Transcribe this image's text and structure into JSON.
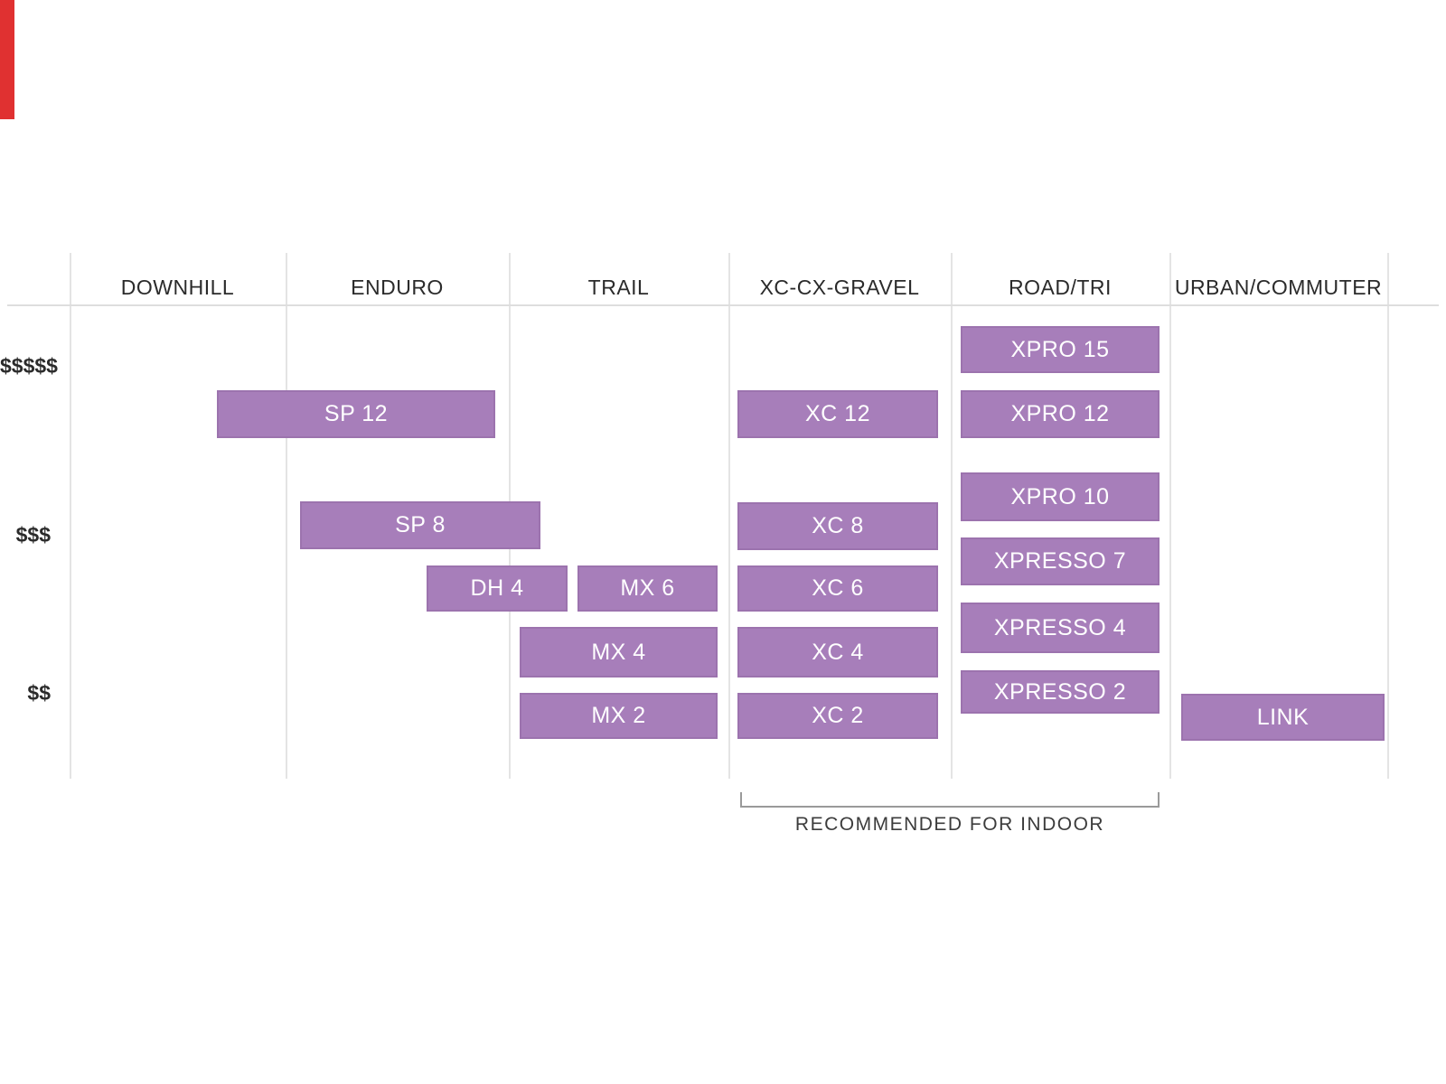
{
  "colors": {
    "accent_purple": "#a77eba",
    "box_border": "#9c73ae",
    "box_text": "#ffffff",
    "grid_line": "#e4e4e4",
    "bracket_line": "#9a9a9a",
    "header_text": "#2b2b2b",
    "red_marker": "#e03131"
  },
  "chart_data": {
    "type": "matrix",
    "title": "",
    "x_categories": [
      "DOWNHILL",
      "ENDURO",
      "TRAIL",
      "XC-CX-GRAVEL",
      "ROAD/TRI",
      "URBAN/COMMUTER"
    ],
    "y_axis": {
      "label_type": "price",
      "tiers": [
        "$$$$$",
        "$$$",
        "$$"
      ],
      "direction": "most expensive at top"
    },
    "products": [
      {
        "label": "SP 12",
        "categories": [
          "DOWNHILL",
          "ENDURO"
        ],
        "price_rank": 2,
        "nearest_tier": "$$$$$"
      },
      {
        "label": "XC 12",
        "categories": [
          "XC-CX-GRAVEL"
        ],
        "price_rank": 2,
        "nearest_tier": "$$$$$"
      },
      {
        "label": "XPRO 15",
        "categories": [
          "ROAD/TRI"
        ],
        "price_rank": 1,
        "nearest_tier": "$$$$$"
      },
      {
        "label": "XPRO 12",
        "categories": [
          "ROAD/TRI"
        ],
        "price_rank": 2,
        "nearest_tier": "$$$$$"
      },
      {
        "label": "SP 8",
        "categories": [
          "ENDURO",
          "TRAIL"
        ],
        "price_rank": 4,
        "nearest_tier": "$$$"
      },
      {
        "label": "XPRO 10",
        "categories": [
          "ROAD/TRI"
        ],
        "price_rank": 3,
        "nearest_tier": "$$$"
      },
      {
        "label": "XC 8",
        "categories": [
          "XC-CX-GRAVEL"
        ],
        "price_rank": 4,
        "nearest_tier": "$$$"
      },
      {
        "label": "XPRESSO 7",
        "categories": [
          "ROAD/TRI"
        ],
        "price_rank": 5,
        "nearest_tier": "$$$"
      },
      {
        "label": "DH 4",
        "categories": [
          "ENDURO",
          "TRAIL"
        ],
        "price_rank": 6,
        "nearest_tier": "between $$$ and $$"
      },
      {
        "label": "MX 6",
        "categories": [
          "TRAIL"
        ],
        "price_rank": 6,
        "nearest_tier": "between $$$ and $$"
      },
      {
        "label": "XC 6",
        "categories": [
          "XC-CX-GRAVEL"
        ],
        "price_rank": 6,
        "nearest_tier": "between $$$ and $$"
      },
      {
        "label": "XPRESSO 4",
        "categories": [
          "ROAD/TRI"
        ],
        "price_rank": 7,
        "nearest_tier": "between $$$ and $$"
      },
      {
        "label": "MX 4",
        "categories": [
          "TRAIL"
        ],
        "price_rank": 8,
        "nearest_tier": "between $$$ and $$"
      },
      {
        "label": "XC 4",
        "categories": [
          "XC-CX-GRAVEL"
        ],
        "price_rank": 8,
        "nearest_tier": "between $$$ and $$"
      },
      {
        "label": "XPRESSO 2",
        "categories": [
          "ROAD/TRI"
        ],
        "price_rank": 9,
        "nearest_tier": "$$"
      },
      {
        "label": "MX 2",
        "categories": [
          "TRAIL"
        ],
        "price_rank": 10,
        "nearest_tier": "$$"
      },
      {
        "label": "XC 2",
        "categories": [
          "XC-CX-GRAVEL"
        ],
        "price_rank": 10,
        "nearest_tier": "$$"
      },
      {
        "label": "LINK",
        "categories": [
          "URBAN/COMMUTER"
        ],
        "price_rank": 10,
        "nearest_tier": "$$"
      }
    ],
    "annotation": {
      "label": "RECOMMENDED FOR INDOOR",
      "applies_to_categories": [
        "XC-CX-GRAVEL",
        "ROAD/TRI"
      ]
    },
    "legend_position": "none",
    "grid": "light vertical column separators, single horizontal header rule"
  }
}
